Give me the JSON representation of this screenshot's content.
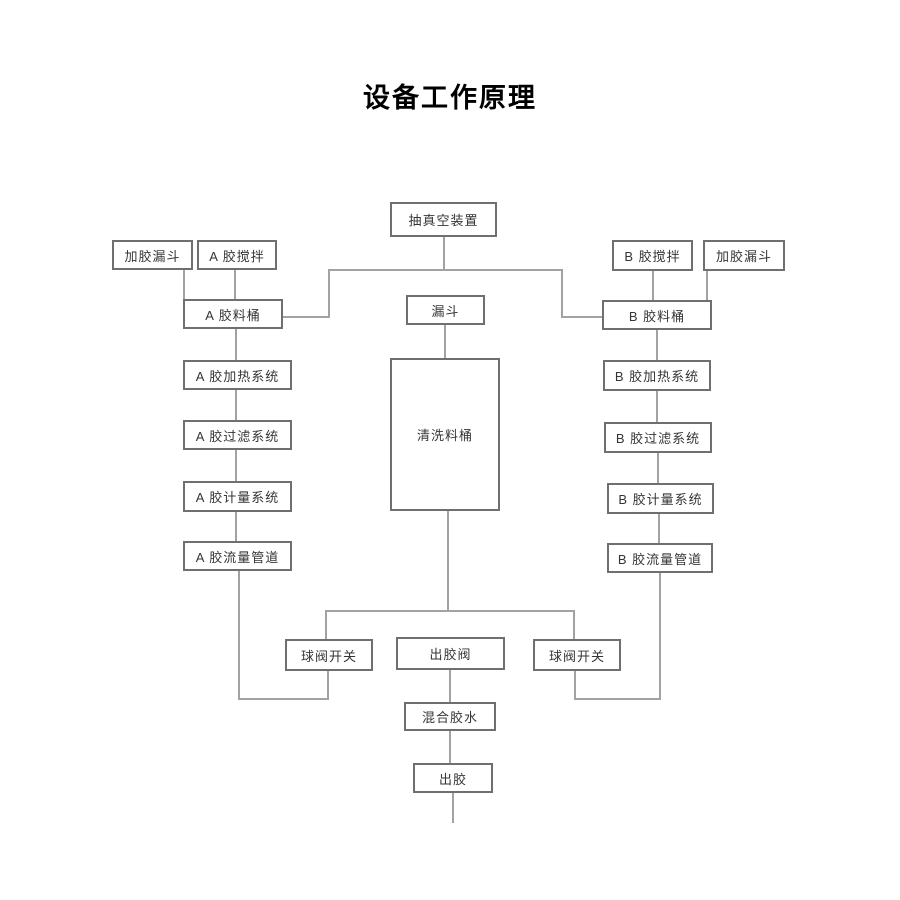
{
  "title": "设备工作原理",
  "diagram": {
    "nodes": {
      "vacuum": "抽真空装置",
      "funnel_a": "加胶漏斗",
      "stir_a": "A 胶搅拌",
      "barrel_a": "A 胶料桶",
      "heat_a": "A 胶加热系统",
      "filter_a": "A 胶过滤系统",
      "meter_a": "A 胶计量系统",
      "flow_a": "A 胶流量管道",
      "funnel_center": "漏斗",
      "clean_barrel": "清洗料桶",
      "stir_b": "B 胶搅拌",
      "funnel_b": "加胶漏斗",
      "barrel_b": "B 胶料桶",
      "heat_b": "B 胶加热系统",
      "filter_b": "B 胶过滤系统",
      "meter_b": "B 胶计量系统",
      "flow_b": "B 胶流量管道",
      "valve_left": "球阀开关",
      "glue_valve": "出胶阀",
      "valve_right": "球阀开关",
      "mix_glue": "混合胶水",
      "glue_out": "出胶"
    },
    "colors": {
      "box_border": "#6f6f6f",
      "connector_line": "#a2a2a2",
      "node_text": "#353535",
      "title_text": "#000000",
      "background": "#ffffff"
    }
  }
}
